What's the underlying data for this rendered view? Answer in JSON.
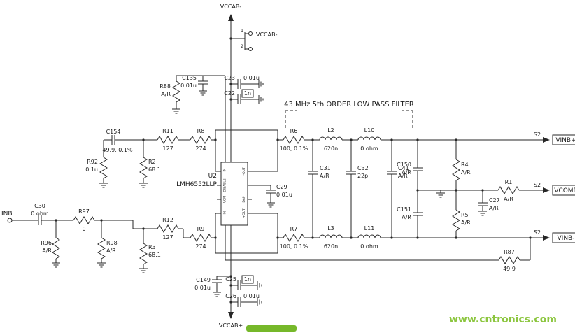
{
  "watermark": {
    "text": "www.cntronics.com",
    "color": "#8CC63F"
  },
  "colors": {
    "logo_green": "#76B82A"
  },
  "annotations": {
    "filter": "43 MHz 5th ORDER LOW PASS FILTER"
  },
  "power": {
    "top_rail": "VCCAB-",
    "connector": {
      "label": "VCCAB-",
      "pin1": "1",
      "pin2": "2"
    },
    "bottom_rail": "VCCAB+"
  },
  "ic": {
    "ref": "U2",
    "part": "LMH6552LLP",
    "pins_left": [
      "+IN",
      "DISABLE",
      "VCM",
      "-IN"
    ],
    "pins_right": [
      "-OUT",
      "DAP",
      "+OUT"
    ]
  },
  "ports": {
    "inb": "INB",
    "vinb_plus": "VINB+",
    "vcomb": "VCOMB",
    "vinb_minus": "VINB-",
    "s2": "S2"
  },
  "components": {
    "r88": {
      "ref": "R88",
      "value": "A/R"
    },
    "c135": {
      "ref": "C135",
      "value": "0.01u"
    },
    "c23": {
      "ref": "C23",
      "value": "0.01u"
    },
    "c22": {
      "ref": "C22",
      "value": "1n"
    },
    "c154": {
      "ref": "C154",
      "value": "49.9, 0.1%"
    },
    "r92": {
      "ref": "R92",
      "value": "0.1u"
    },
    "r2": {
      "ref": "R2",
      "value": "68.1"
    },
    "r11": {
      "ref": "R11",
      "value": "127"
    },
    "r8": {
      "ref": "R8",
      "value": "274"
    },
    "c29": {
      "ref": "C29",
      "value": "0.01u"
    },
    "r6": {
      "ref": "R6",
      "value": "100, 0.1%"
    },
    "l2": {
      "ref": "L2",
      "value": "620n"
    },
    "l10": {
      "ref": "L10",
      "value": "0 ohm"
    },
    "c31": {
      "ref": "C31",
      "value": "A/R"
    },
    "c32": {
      "ref": "C32",
      "value": "22p"
    },
    "c41": {
      "ref": "C41",
      "value": "A/R"
    },
    "c150": {
      "ref": "C150",
      "value": "A/R"
    },
    "c151": {
      "ref": "C151",
      "value": "A/R"
    },
    "r4": {
      "ref": "R4",
      "value": "A/R"
    },
    "r5": {
      "ref": "R5",
      "value": "A/R"
    },
    "r1": {
      "ref": "R1",
      "value": "A/R"
    },
    "c27": {
      "ref": "C27",
      "value": "A/R"
    },
    "r7": {
      "ref": "R7",
      "value": "100, 0.1%"
    },
    "l3": {
      "ref": "L3",
      "value": "620n"
    },
    "l11": {
      "ref": "L11",
      "value": "0 ohm"
    },
    "r9": {
      "ref": "R9",
      "value": "274"
    },
    "r12": {
      "ref": "R12",
      "value": "127"
    },
    "r3": {
      "ref": "R3",
      "value": "68.1"
    },
    "c30": {
      "ref": "C30",
      "value": "0 ohm"
    },
    "r96": {
      "ref": "R96",
      "value": "A/R"
    },
    "r97": {
      "ref": "R97",
      "value": "0"
    },
    "r98": {
      "ref": "R98",
      "value": "A/R"
    },
    "r87": {
      "ref": "R87",
      "value": "49.9"
    },
    "c149": {
      "ref": "C149",
      "value": "0.01u"
    },
    "c25": {
      "ref": "C25",
      "value": "1n"
    },
    "c26": {
      "ref": "C26",
      "value": "0.01u"
    }
  }
}
